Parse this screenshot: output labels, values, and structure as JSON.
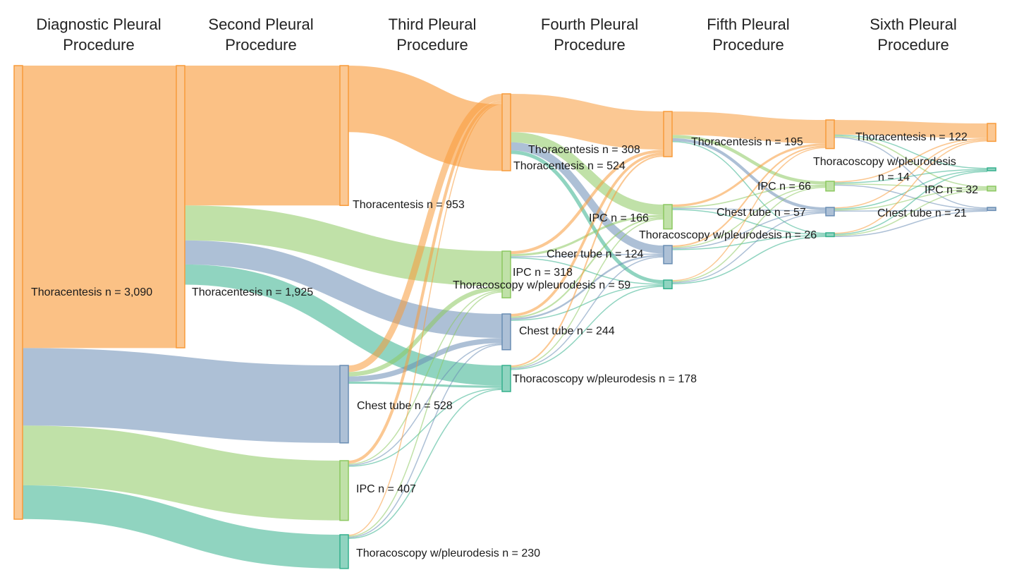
{
  "columns": [
    {
      "line1": "Diagnostic Pleural",
      "line2": "Procedure"
    },
    {
      "line1": "Second Pleural",
      "line2": "Procedure"
    },
    {
      "line1": "Third Pleural",
      "line2": "Procedure"
    },
    {
      "line1": "Fourth Pleural",
      "line2": "Procedure"
    },
    {
      "line1": "Fifth Pleural",
      "line2": "Procedure"
    },
    {
      "line1": "Sixth Pleural",
      "line2": "Procedure"
    }
  ],
  "colors": {
    "Thoracentesis": "#f89b3a",
    "IPC": "#8cc860",
    "Chest tube": "#6a8db4",
    "Thoracoscopy": "#35b08d"
  },
  "nodes": [
    {
      "id": "d_t",
      "label": "Thoracentesis n = 3,090",
      "cat": "Thoracentesis",
      "col": 0,
      "value": 3090
    },
    {
      "id": "s_t",
      "label": "Thoracentesis n = 1,925",
      "cat": "Thoracentesis",
      "col": 1,
      "value": 1925
    },
    {
      "id": "t_t",
      "label": "Thoracentesis n = 953",
      "cat": "Thoracentesis",
      "col": 2,
      "value": 953
    },
    {
      "id": "t_c",
      "label": "Chest tube n = 528",
      "cat": "Chest tube",
      "col": 2,
      "value": 528
    },
    {
      "id": "t_i",
      "label": "IPC n = 407",
      "cat": "IPC",
      "col": 2,
      "value": 407
    },
    {
      "id": "t_s",
      "label": "Thoracoscopy w/pleurodesis n = 230",
      "cat": "Thoracoscopy",
      "col": 2,
      "value": 230
    },
    {
      "id": "f_t",
      "label": "Thoracentesis n = 524",
      "cat": "Thoracentesis",
      "col": 3,
      "value": 524
    },
    {
      "id": "f_i",
      "label": "IPC n = 318",
      "cat": "IPC",
      "col": 3,
      "value": 318
    },
    {
      "id": "f_c",
      "label": "Chest tube n = 244",
      "cat": "Chest tube",
      "col": 3,
      "value": 244
    },
    {
      "id": "f_s",
      "label": "Thoracoscopy w/pleurodesis n = 178",
      "cat": "Thoracoscopy",
      "col": 3,
      "value": 178
    },
    {
      "id": "v_t",
      "label": "Thoracentesis n = 308",
      "cat": "Thoracentesis",
      "col": 4,
      "value": 308
    },
    {
      "id": "v_i",
      "label": "IPC n = 166",
      "cat": "IPC",
      "col": 4,
      "value": 166
    },
    {
      "id": "v_c",
      "label": "Cheer tube n = 124",
      "cat": "Chest tube",
      "col": 4,
      "value": 124
    },
    {
      "id": "v_s",
      "label": "Thoracoscopy w/pleurodesis n = 59",
      "cat": "Thoracoscopy",
      "col": 4,
      "value": 59
    },
    {
      "id": "x_t",
      "label": "Thoracentesis n = 195",
      "cat": "Thoracentesis",
      "col": 5,
      "value": 195
    },
    {
      "id": "x_i",
      "label": "IPC n = 66",
      "cat": "IPC",
      "col": 5,
      "value": 66
    },
    {
      "id": "x_c",
      "label": "Chest tube n = 57",
      "cat": "Chest tube",
      "col": 5,
      "value": 57
    },
    {
      "id": "x_s",
      "label": "Thoracoscopy w/pleurodesis n = 26",
      "cat": "Thoracoscopy",
      "col": 5,
      "value": 26
    },
    {
      "id": "y_t",
      "label": "Thoracentesis n = 122",
      "cat": "Thoracentesis",
      "col": 6,
      "value": 122
    },
    {
      "id": "y_s",
      "label": "Thoracoscopy w/pleurodesis n = 14",
      "cat": "Thoracoscopy",
      "col": 6,
      "value": 14
    },
    {
      "id": "y_i",
      "label": "IPC n = 32",
      "cat": "IPC",
      "col": 6,
      "value": 32
    },
    {
      "id": "y_c",
      "label": "Chest tube n = 21",
      "cat": "Chest tube",
      "col": 6,
      "value": 21
    }
  ],
  "links": [
    {
      "source": "d_t",
      "target": "s_t",
      "value": 1925
    },
    {
      "source": "d_t",
      "target": "t_c",
      "value": 528
    },
    {
      "source": "d_t",
      "target": "t_i",
      "value": 407
    },
    {
      "source": "d_t",
      "target": "t_s",
      "value": 230
    },
    {
      "source": "s_t",
      "target": "t_t",
      "value": 953
    },
    {
      "source": "s_t",
      "target": "f_i",
      "value": 238
    },
    {
      "source": "s_t",
      "target": "f_c",
      "value": 164
    },
    {
      "source": "s_t",
      "target": "f_s",
      "value": 138
    },
    {
      "source": "t_c",
      "target": "f_t",
      "value": 45
    },
    {
      "source": "t_c",
      "target": "f_i",
      "value": 30
    },
    {
      "source": "t_c",
      "target": "f_c",
      "value": 35
    },
    {
      "source": "t_c",
      "target": "f_s",
      "value": 15
    },
    {
      "source": "t_i",
      "target": "f_t",
      "value": 20
    },
    {
      "source": "t_i",
      "target": "f_i",
      "value": 6
    },
    {
      "source": "t_i",
      "target": "f_c",
      "value": 6
    },
    {
      "source": "t_i",
      "target": "f_s",
      "value": 6
    },
    {
      "source": "t_s",
      "target": "f_t",
      "value": 6
    },
    {
      "source": "t_s",
      "target": "f_i",
      "value": 3
    },
    {
      "source": "t_s",
      "target": "f_c",
      "value": 3
    },
    {
      "source": "t_s",
      "target": "f_s",
      "value": 3
    },
    {
      "source": "t_t",
      "target": "f_t",
      "value": 453
    },
    {
      "source": "f_t",
      "target": "v_t",
      "value": 260
    },
    {
      "source": "f_t",
      "target": "v_i",
      "value": 70
    },
    {
      "source": "f_t",
      "target": "v_c",
      "value": 55
    },
    {
      "source": "f_t",
      "target": "v_s",
      "value": 25
    },
    {
      "source": "f_i",
      "target": "v_t",
      "value": 20
    },
    {
      "source": "f_i",
      "target": "v_i",
      "value": 15
    },
    {
      "source": "f_i",
      "target": "v_c",
      "value": 6
    },
    {
      "source": "f_i",
      "target": "v_s",
      "value": 6
    },
    {
      "source": "f_c",
      "target": "v_t",
      "value": 18
    },
    {
      "source": "f_c",
      "target": "v_i",
      "value": 10
    },
    {
      "source": "f_c",
      "target": "v_c",
      "value": 12
    },
    {
      "source": "f_c",
      "target": "v_s",
      "value": 4
    },
    {
      "source": "f_s",
      "target": "v_t",
      "value": 10
    },
    {
      "source": "f_s",
      "target": "v_i",
      "value": 4
    },
    {
      "source": "f_s",
      "target": "v_c",
      "value": 4
    },
    {
      "source": "f_s",
      "target": "v_s",
      "value": 4
    },
    {
      "source": "v_t",
      "target": "x_t",
      "value": 160
    },
    {
      "source": "v_t",
      "target": "x_i",
      "value": 22
    },
    {
      "source": "v_t",
      "target": "x_c",
      "value": 20
    },
    {
      "source": "v_t",
      "target": "x_s",
      "value": 6
    },
    {
      "source": "v_i",
      "target": "x_t",
      "value": 15
    },
    {
      "source": "v_i",
      "target": "x_i",
      "value": 8
    },
    {
      "source": "v_i",
      "target": "x_c",
      "value": 4
    },
    {
      "source": "v_i",
      "target": "x_s",
      "value": 4
    },
    {
      "source": "v_c",
      "target": "x_t",
      "value": 10
    },
    {
      "source": "v_c",
      "target": "x_i",
      "value": 4
    },
    {
      "source": "v_c",
      "target": "x_c",
      "value": 4
    },
    {
      "source": "v_c",
      "target": "x_s",
      "value": 4
    },
    {
      "source": "v_s",
      "target": "x_t",
      "value": 6
    },
    {
      "source": "v_s",
      "target": "x_i",
      "value": 2
    },
    {
      "source": "v_s",
      "target": "x_c",
      "value": 2
    },
    {
      "source": "v_s",
      "target": "x_s",
      "value": 2
    },
    {
      "source": "x_t",
      "target": "y_t",
      "value": 100
    },
    {
      "source": "x_t",
      "target": "y_s",
      "value": 5
    },
    {
      "source": "x_t",
      "target": "y_i",
      "value": 8
    },
    {
      "source": "x_t",
      "target": "y_c",
      "value": 6
    },
    {
      "source": "x_i",
      "target": "y_t",
      "value": 8
    },
    {
      "source": "x_i",
      "target": "y_s",
      "value": 2
    },
    {
      "source": "x_i",
      "target": "y_i",
      "value": 5
    },
    {
      "source": "x_i",
      "target": "y_c",
      "value": 3
    },
    {
      "source": "x_c",
      "target": "y_t",
      "value": 6
    },
    {
      "source": "x_c",
      "target": "y_s",
      "value": 2
    },
    {
      "source": "x_c",
      "target": "y_i",
      "value": 3
    },
    {
      "source": "x_c",
      "target": "y_c",
      "value": 4
    },
    {
      "source": "x_s",
      "target": "y_t",
      "value": 6
    },
    {
      "source": "x_s",
      "target": "y_s",
      "value": 2
    },
    {
      "source": "x_s",
      "target": "y_i",
      "value": 2
    },
    {
      "source": "x_s",
      "target": "y_c",
      "value": 2
    }
  ]
}
